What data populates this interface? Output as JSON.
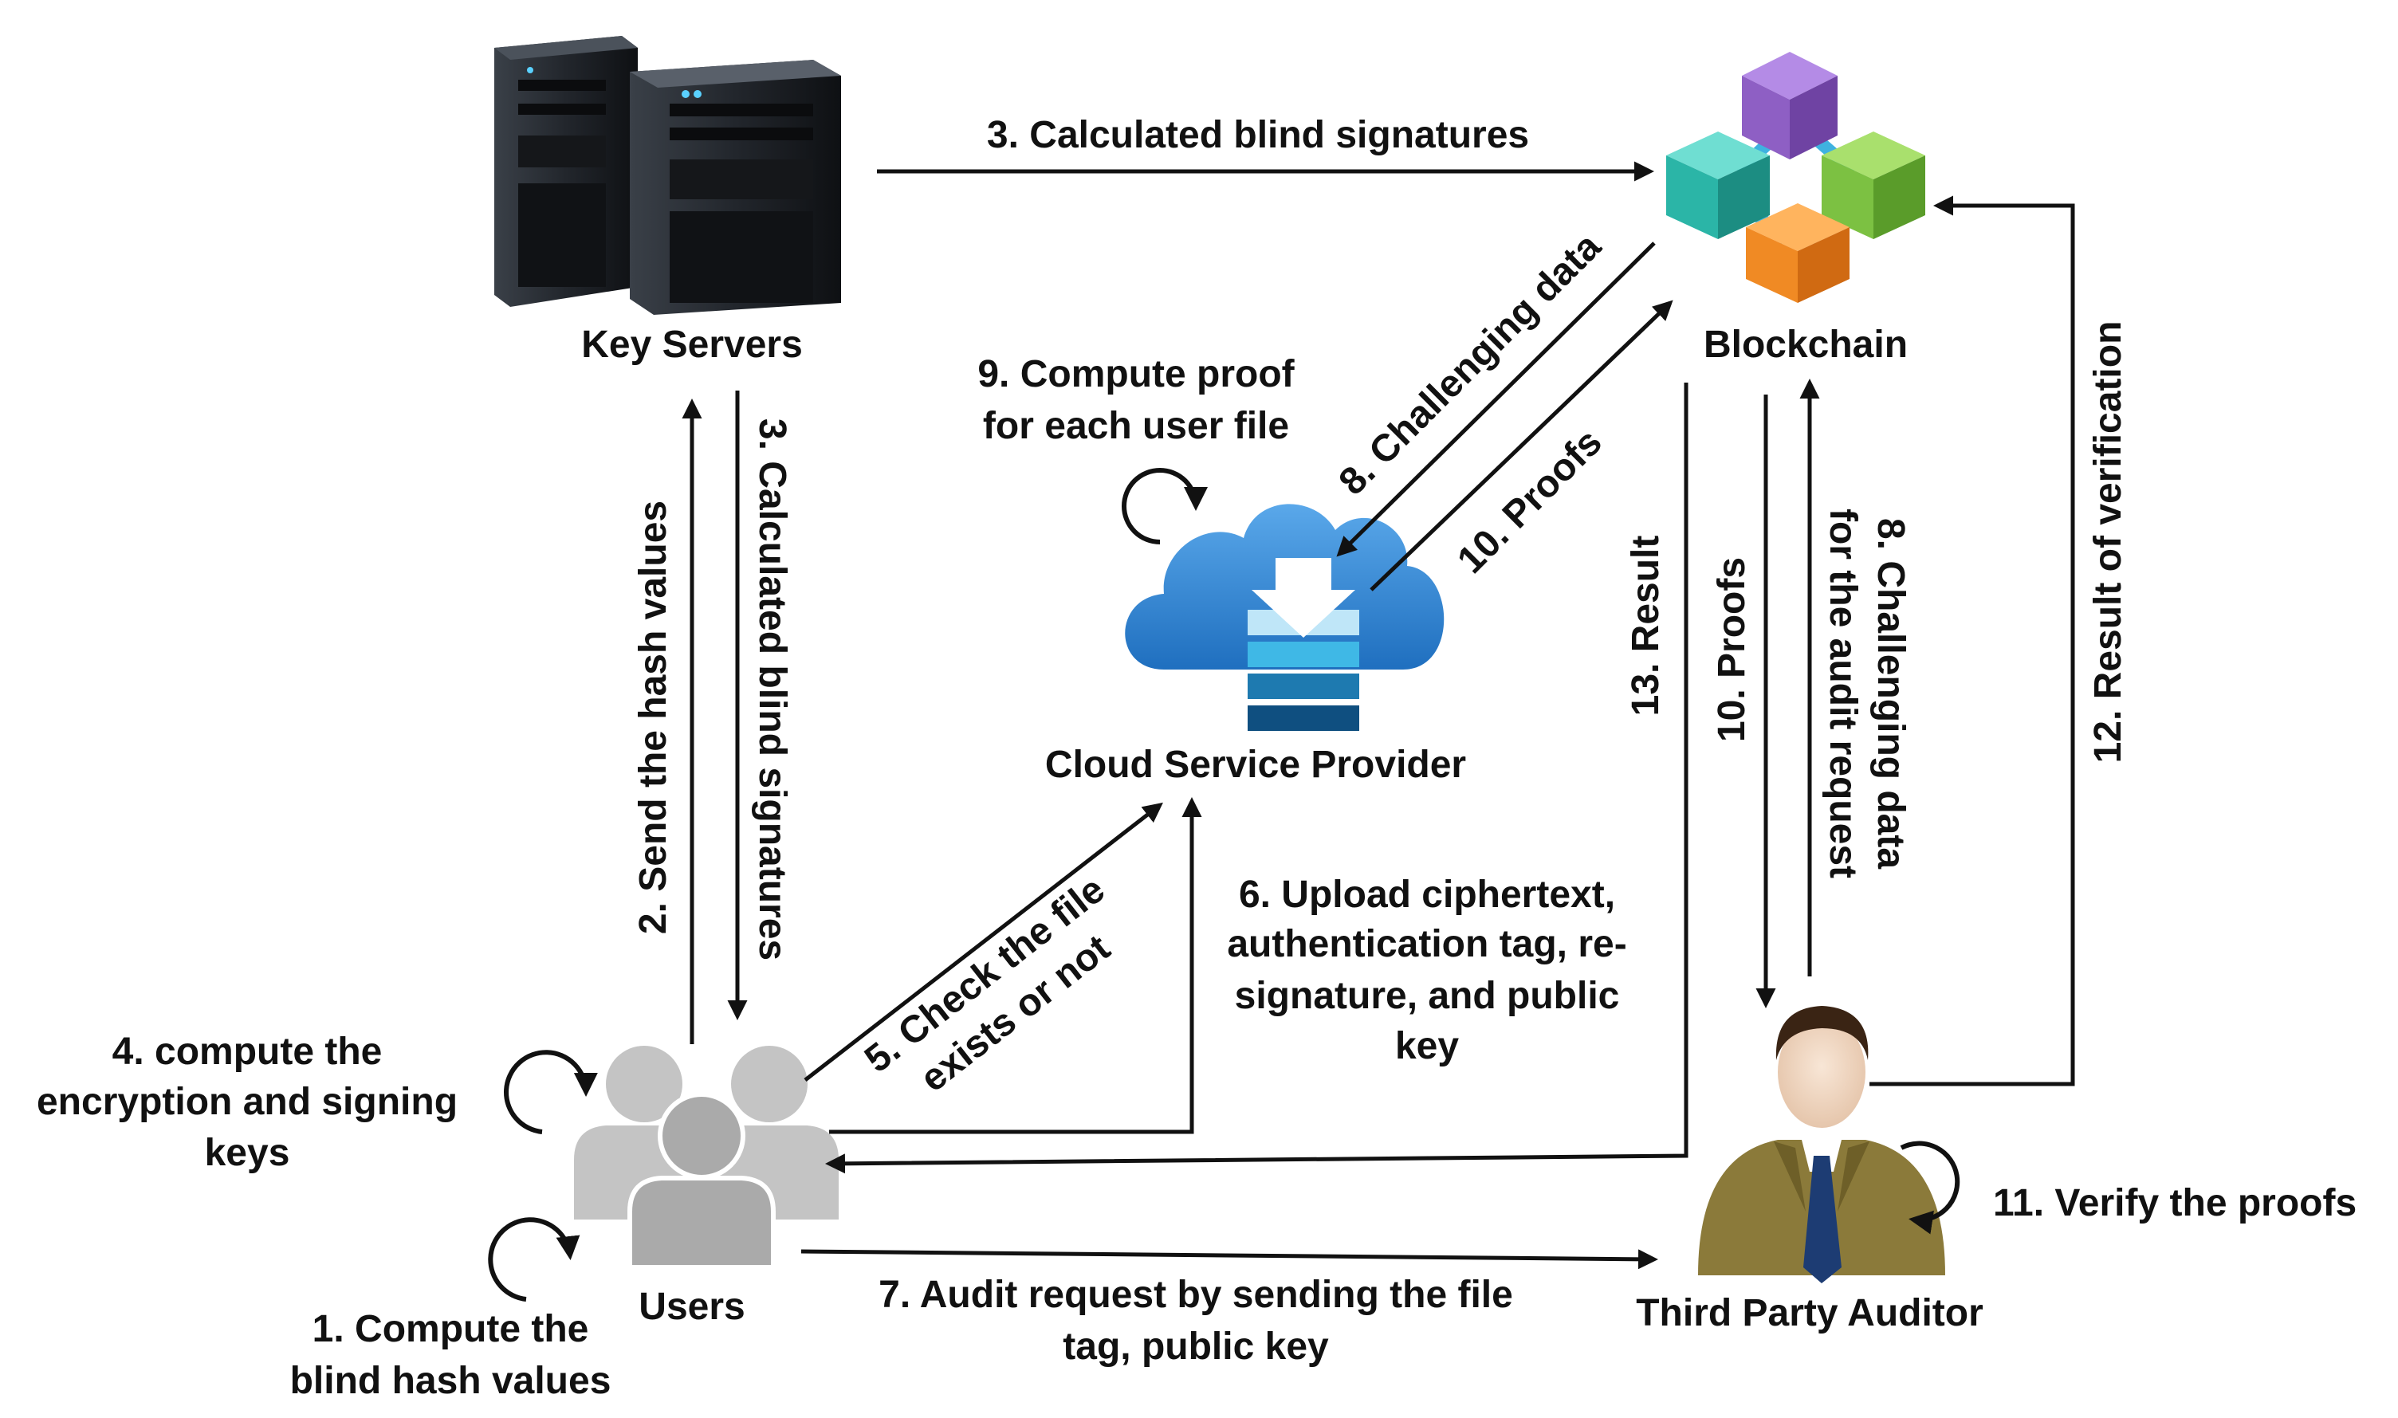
{
  "nodes": {
    "key_servers": "Key Servers",
    "blockchain": "Blockchain",
    "cloud": "Cloud Service Provider",
    "users": "Users",
    "auditor": "Third Party Auditor"
  },
  "steps": {
    "s1": [
      "1. Compute the",
      "blind hash values"
    ],
    "s2": "2. Send the hash values",
    "s3_top": "3. Calculated blind signatures",
    "s3_down": "3. Calculated blind signatures",
    "s4": [
      "4. compute the",
      "encryption and signing",
      "keys"
    ],
    "s5": [
      "5. Check the file",
      "exists or not"
    ],
    "s6": [
      "6. Upload ciphertext,",
      "authentication tag, re-",
      "signature, and public",
      "key"
    ],
    "s7": [
      "7. Audit request by sending the file",
      "tag, public key"
    ],
    "s8_cloud": "8. Challenging data",
    "s8_auditor": [
      "8. Challenging data",
      "for the audit request"
    ],
    "s9": [
      "9. Compute proof",
      "for each user file"
    ],
    "s10_cloud": "10. Proofs",
    "s10_auditor": "10. Proofs",
    "s11": "11. Verify the proofs",
    "s12": "12. Result of verification",
    "s13": "13. Result"
  },
  "colors": {
    "ink": "#111111",
    "server_body": "#1f2328",
    "cloud_blue": "#2f86d6",
    "cube_purple": "#8e5fc4",
    "cube_teal": "#2bb5a7",
    "cube_green": "#7cc142",
    "cube_orange": "#f08a24",
    "users_gray": "#b5b5b5",
    "suit": "#8b7a3a"
  },
  "icons": [
    "server-icon",
    "blockchain-cubes-icon",
    "cloud-storage-icon",
    "users-group-icon",
    "auditor-person-icon",
    "cycle-arrow-icon"
  ]
}
